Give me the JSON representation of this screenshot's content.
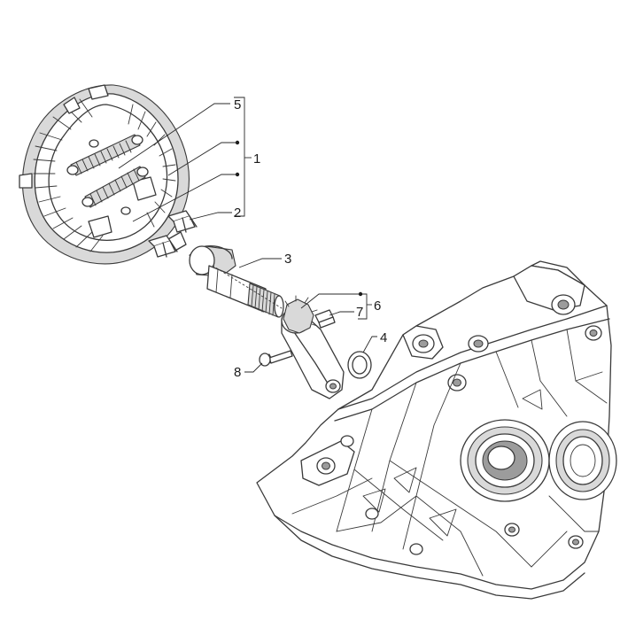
{
  "diagram": {
    "callouts": {
      "c1": "1",
      "c2": "2",
      "c3": "3",
      "c4": "4",
      "c5": "5",
      "c6": "6",
      "c7": "7",
      "c8": "8"
    }
  },
  "colors": {
    "line": "#3a3a3a",
    "shade": "#d9d9d9",
    "dark_shade": "#9c9c9c",
    "background": "#ffffff"
  }
}
